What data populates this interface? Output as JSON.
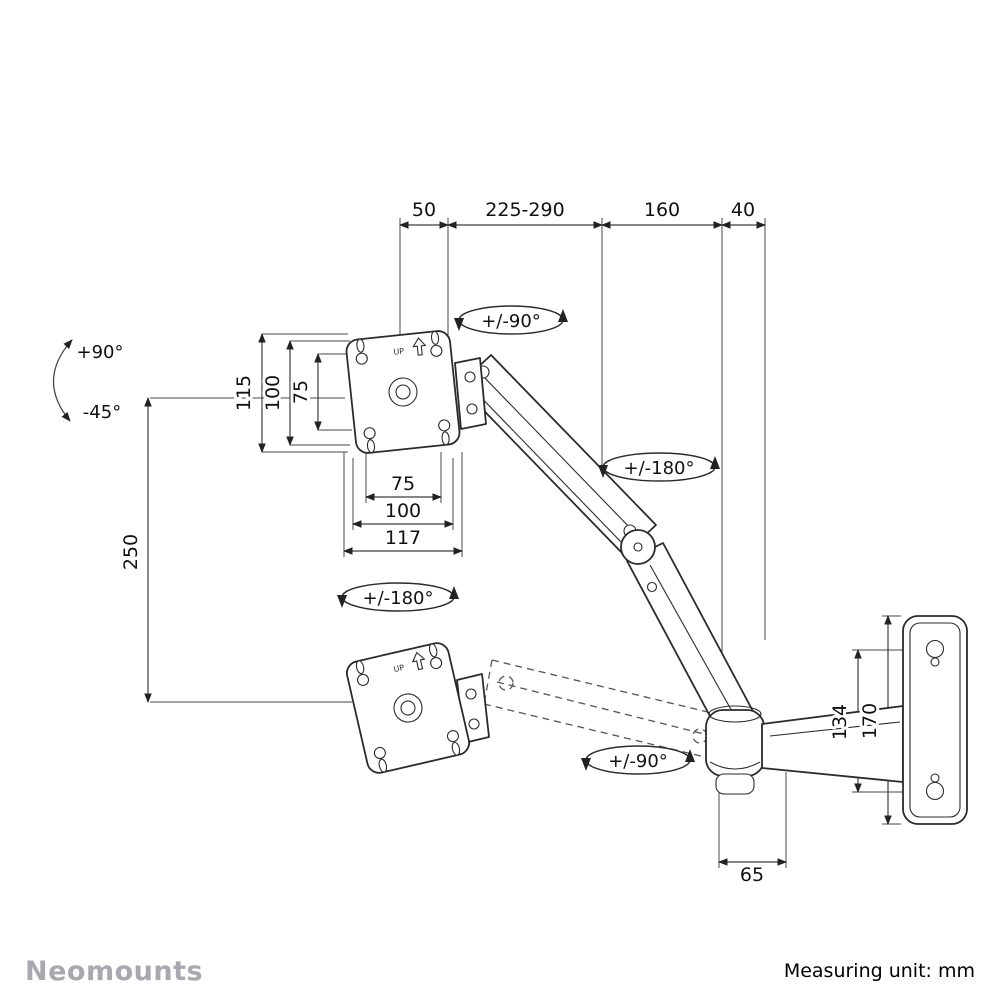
{
  "footer": {
    "brand": "Neomounts",
    "measuring_unit": "Measuring unit: mm"
  },
  "dims": {
    "top": {
      "d1": "50",
      "d2": "225-290",
      "d3": "160",
      "d4": "40"
    },
    "vesa_vertical": {
      "outer": "115",
      "mid": "100",
      "inner": "75"
    },
    "vesa_horizontal": {
      "inner": "75",
      "mid": "100",
      "outer": "117"
    },
    "arm_drop": "250",
    "wall_holes": "134",
    "wall_height": "170",
    "wall_depth": "65"
  },
  "rotations": {
    "head_swivel": "+/-90°",
    "arm_swivel": "+/-180°",
    "vesa_rotation": "+/-180°",
    "wall_swivel": "+/-90°",
    "tilt_up": "+90°",
    "tilt_down": "-45°"
  },
  "plate": {
    "up_label": "UP"
  },
  "colors": {
    "line": "#2b2b2b",
    "brand_gray": "#a8a8b0"
  }
}
